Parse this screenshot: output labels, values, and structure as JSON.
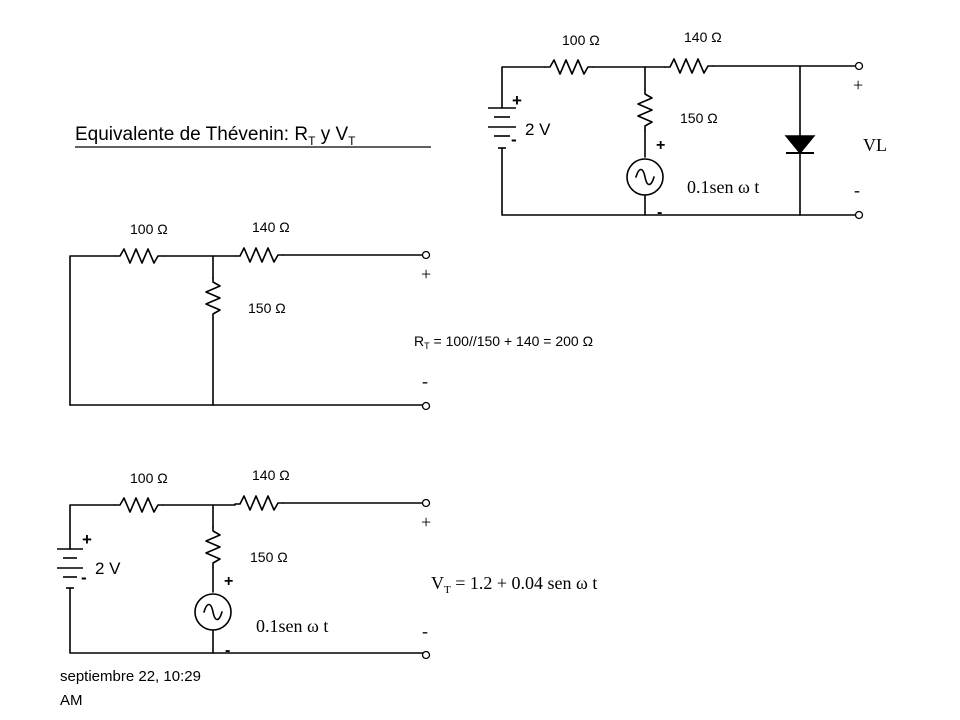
{
  "title": {
    "prefix": "Equivalente de Thévenin:  R",
    "sub1": "T",
    "mid": " y V",
    "sub2": "T"
  },
  "circuit_full": {
    "r1_label": "100 Ω",
    "r2_label": "140 Ω",
    "r3_label": "150 Ω",
    "battery_label": "2 V",
    "battery_plus": "+",
    "battery_minus": "-",
    "source_label": "0.1sen ω t",
    "source_plus": "+",
    "source_minus": "-",
    "output_plus": "+",
    "output_minus": "-",
    "load_label": "VL"
  },
  "circuit_rt": {
    "r1_label": "100 Ω",
    "r2_label": "140 Ω",
    "r3_label": "150 Ω",
    "output_plus": "+",
    "output_minus": "-",
    "equation_symbol": "R",
    "equation_sub": "T",
    "equation_rest": "  = 100//150 + 140 = 200 Ω"
  },
  "circuit_vt": {
    "r1_label": "100 Ω",
    "r2_label": "140 Ω",
    "r3_label": "150 Ω",
    "battery_label": "2 V",
    "battery_plus": "+",
    "battery_minus": "-",
    "source_label": "0.1sen ω t",
    "source_plus": "+",
    "source_minus": "-",
    "output_plus": "+",
    "output_minus": "-",
    "equation_symbol": "V",
    "equation_sub": "T",
    "equation_rest": " = 1.2 + 0.04 sen ω t"
  },
  "footer": {
    "line1": "septiembre 22, 10:29",
    "line2": "AM"
  }
}
